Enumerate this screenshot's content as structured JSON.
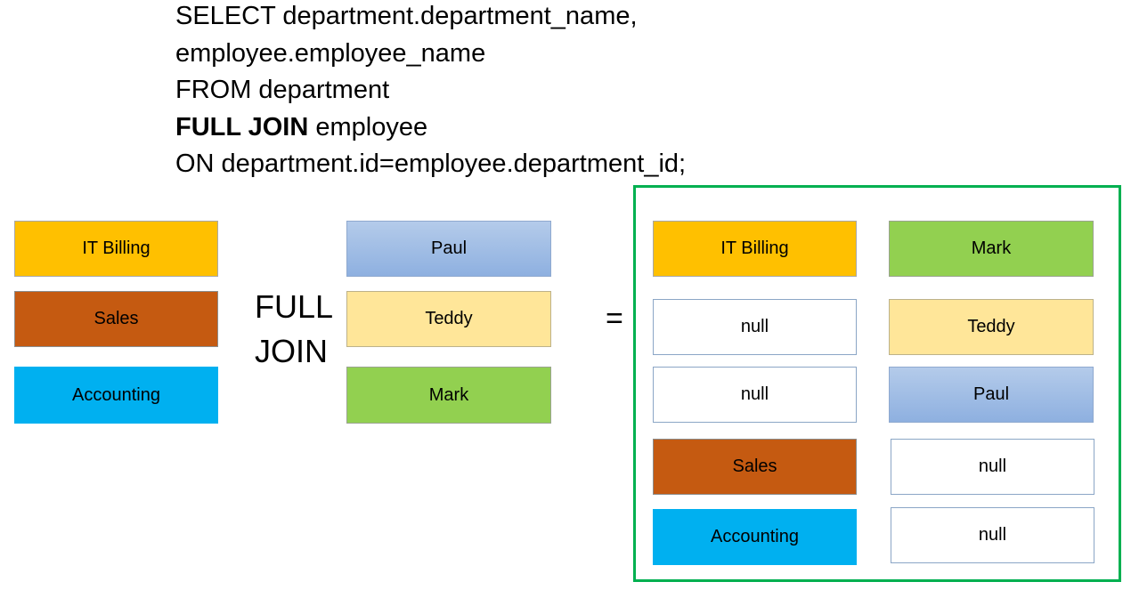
{
  "sql": {
    "line1": "SELECT department.department_name,",
    "line2": "employee.employee_name",
    "line3": "FROM department",
    "line4_keyword": "FULL JOIN",
    "line4_rest": " employee",
    "line5": "ON department.id=employee.department_id;"
  },
  "departments": [
    "IT Billing",
    "Sales",
    "Accounting"
  ],
  "employees": [
    "Paul",
    "Teddy",
    "Mark"
  ],
  "join_label": [
    "FULL",
    "JOIN"
  ],
  "equals": "=",
  "result": {
    "rows": [
      [
        "IT Billing",
        "Mark"
      ],
      [
        "null",
        "Teddy"
      ],
      [
        "null",
        "Paul"
      ],
      [
        "Sales",
        "null"
      ],
      [
        "Accounting",
        "null"
      ]
    ]
  },
  "colors": {
    "it_billing": "#ffc000",
    "sales": "#c55a11",
    "accounting": "#00b0f0",
    "paul": "#9dbbe5",
    "teddy": "#ffe699",
    "mark": "#92d050",
    "result_frame": "#00b050"
  }
}
